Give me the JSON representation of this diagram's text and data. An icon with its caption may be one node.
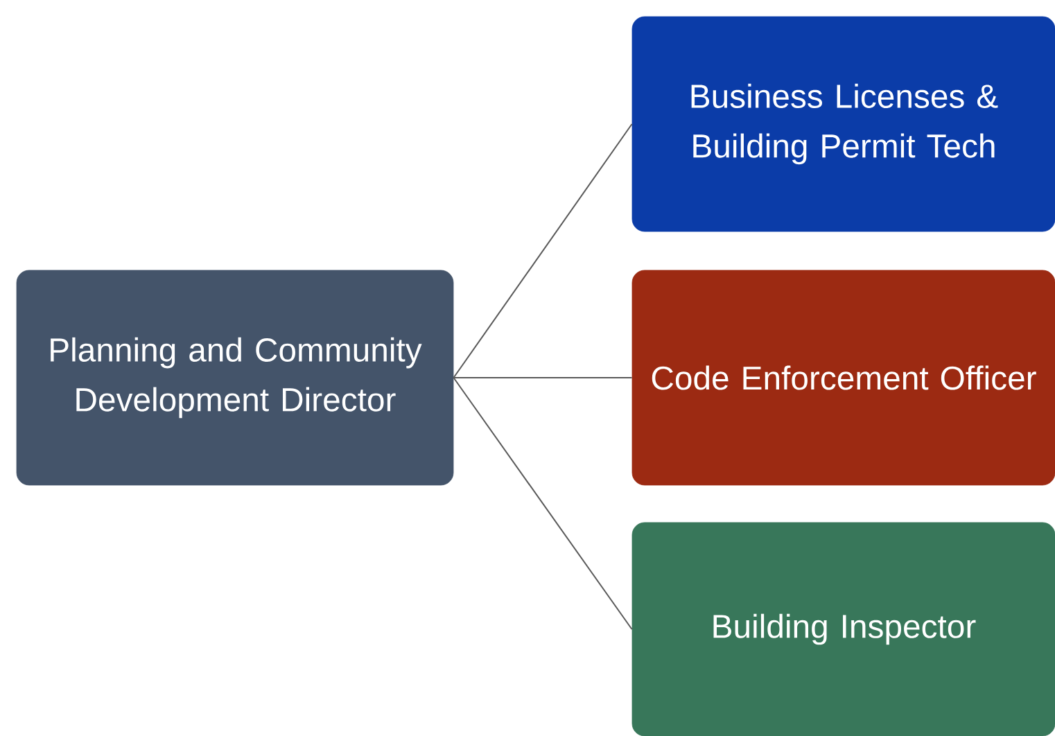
{
  "diagram": {
    "nodes": [
      {
        "text": [
          "Planning and Community Development Director"
        ]
      },
      {
        "text": [
          "Business Licenses & Building Permit Tech"
        ]
      },
      {
        "text": [
          "Code Enforcement Officer"
        ]
      },
      {
        "text": [
          "Building Inspector"
        ]
      }
    ],
    "edges": [
      {
        "from": 0,
        "to": 1,
        "arrow": "none"
      },
      {
        "from": 0,
        "to": 2,
        "arrow": "none"
      },
      {
        "from": 0,
        "to": 3,
        "arrow": "none"
      }
    ]
  }
}
